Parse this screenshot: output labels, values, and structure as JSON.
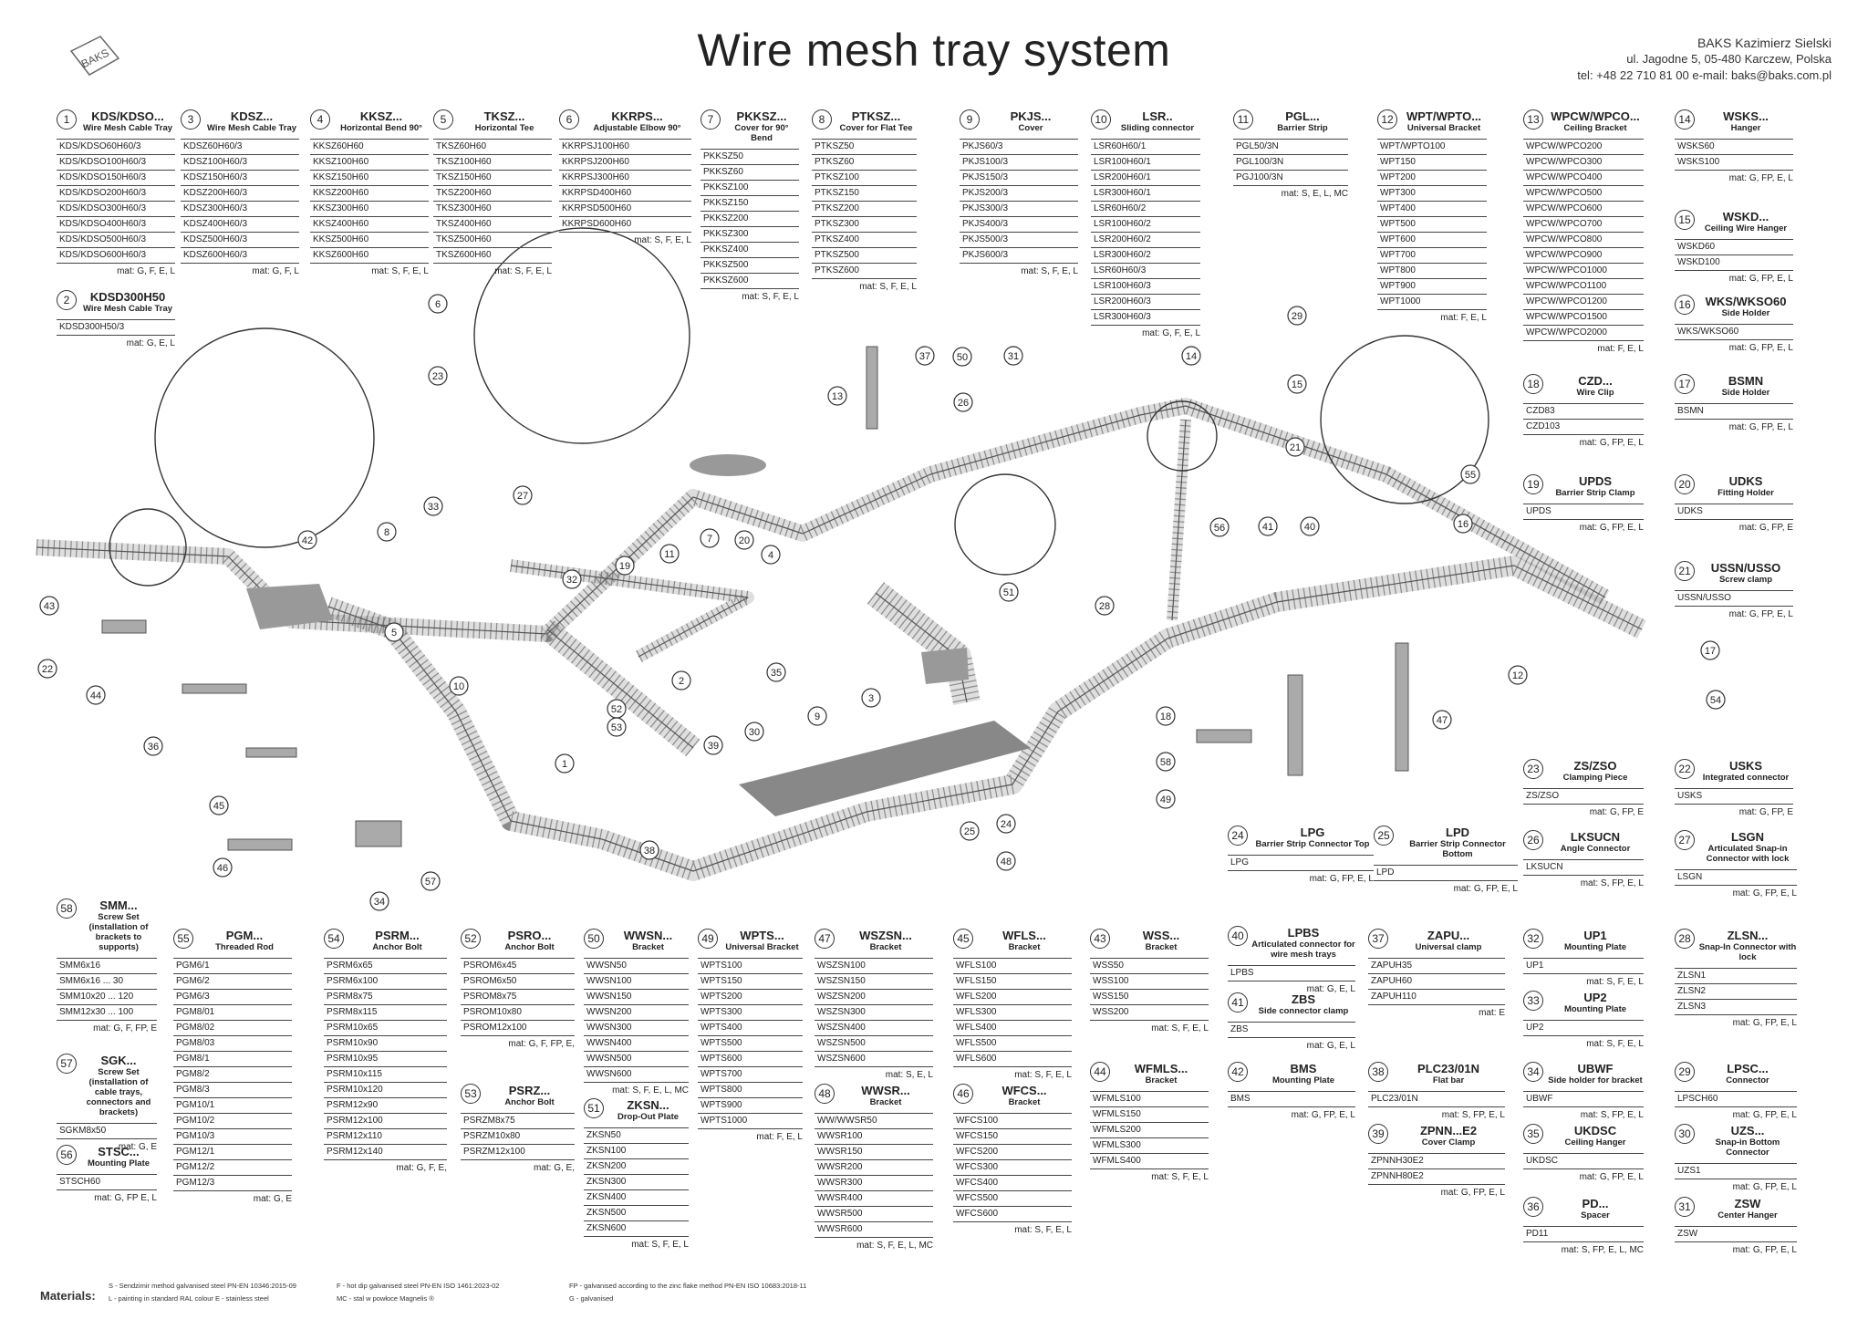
{
  "title": "Wire mesh tray system",
  "logo_text": "BAKS",
  "company": {
    "name": "BAKS Kazimierz Sielski",
    "address": "ul. Jagodne 5, 05-480 Karczew, Polska",
    "contact": "tel: +48 22 710 81 00 e-mail: baks@baks.com.pl"
  },
  "catalog": [
    {
      "num": "1",
      "code": "KDS/KDSO...",
      "desc": "Wire Mesh Cable Tray",
      "items": [
        "KDS/KDSO60H60/3",
        "KDS/KDSO100H60/3",
        "KDS/KDSO150H60/3",
        "KDS/KDSO200H60/3",
        "KDS/KDSO300H60/3",
        "KDS/KDSO400H60/3",
        "KDS/KDSO500H60/3",
        "KDS/KDSO600H60/3"
      ],
      "mat": "mat: G, F, E, L"
    },
    {
      "num": "2",
      "code": "KDSD300H50",
      "desc": "Wire Mesh Cable Tray",
      "items": [
        "KDSD300H50/3"
      ],
      "mat": "mat: G, E, L"
    },
    {
      "num": "3",
      "code": "KDSZ...",
      "desc": "Wire Mesh Cable Tray",
      "items": [
        "KDSZ60H60/3",
        "KDSZ100H60/3",
        "KDSZ150H60/3",
        "KDSZ200H60/3",
        "KDSZ300H60/3",
        "KDSZ400H60/3",
        "KDSZ500H60/3",
        "KDSZ600H60/3"
      ],
      "mat": "mat: G, F, L"
    },
    {
      "num": "4",
      "code": "KKSZ...",
      "desc": "Horizontal Bend 90°",
      "items": [
        "KKSZ60H60",
        "KKSZ100H60",
        "KKSZ150H60",
        "KKSZ200H60",
        "KKSZ300H60",
        "KKSZ400H60",
        "KKSZ500H60",
        "KKSZ600H60"
      ],
      "mat": "mat: S, F, E, L"
    },
    {
      "num": "5",
      "code": "TKSZ...",
      "desc": "Horizontal Tee",
      "items": [
        "TKSZ60H60",
        "TKSZ100H60",
        "TKSZ150H60",
        "TKSZ200H60",
        "TKSZ300H60",
        "TKSZ400H60",
        "TKSZ500H60",
        "TKSZ600H60"
      ],
      "mat": "mat: S, F, E, L"
    },
    {
      "num": "6",
      "code": "KKRPS...",
      "desc": "Adjustable Elbow 90°",
      "items": [
        "KKRPSJ100H60",
        "KKRPSJ200H60",
        "KKRPSJ300H60",
        "KKRPSD400H60",
        "KKRPSD500H60",
        "KKRPSD600H60"
      ],
      "mat": "mat: S, F, E, L"
    },
    {
      "num": "7",
      "code": "PKKSZ...",
      "desc": "Cover for  90° Bend",
      "items": [
        "PKKSZ50",
        "PKKSZ60",
        "PKKSZ100",
        "PKKSZ150",
        "PKKSZ200",
        "PKKSZ300",
        "PKKSZ400",
        "PKKSZ500",
        "PKKSZ600"
      ],
      "mat": "mat: S, F, E, L"
    },
    {
      "num": "8",
      "code": "PTKSZ...",
      "desc": "Cover for Flat Tee",
      "items": [
        "PTKSZ50",
        "PTKSZ60",
        "PTKSZ100",
        "PTKSZ150",
        "PTKSZ200",
        "PTKSZ300",
        "PTKSZ400",
        "PTKSZ500",
        "PTKSZ600"
      ],
      "mat": "mat: S, F, E, L"
    },
    {
      "num": "9",
      "code": "PKJS...",
      "desc": "Cover",
      "items": [
        "PKJS60/3",
        "PKJS100/3",
        "PKJS150/3",
        "PKJS200/3",
        "PKJS300/3",
        "PKJS400/3",
        "PKJS500/3",
        "PKJS600/3"
      ],
      "mat": "mat: S, F, E, L"
    },
    {
      "num": "10",
      "code": "LSR..",
      "desc": "Sliding connector",
      "items": [
        "LSR60H60/1",
        "LSR100H60/1",
        "LSR200H60/1",
        "LSR300H60/1",
        "LSR60H60/2",
        "LSR100H60/2",
        "LSR200H60/2",
        "LSR300H60/2",
        "LSR60H60/3",
        "LSR100H60/3",
        "LSR200H60/3",
        "LSR300H60/3"
      ],
      "mat": "mat: G, F, E, L"
    },
    {
      "num": "11",
      "code": "PGL...",
      "desc": "Barrier Strip",
      "items": [
        "PGL50/3N",
        "PGL100/3N",
        "PGJ100/3N"
      ],
      "mat": "mat: S, E, L, MC"
    },
    {
      "num": "12",
      "code": "WPT/WPTO...",
      "desc": "Universal Bracket",
      "items": [
        "WPT/WPTO100",
        "WPT150",
        "WPT200",
        "WPT300",
        "WPT400",
        "WPT500",
        "WPT600",
        "WPT700",
        "WPT800",
        "WPT900",
        "WPT1000"
      ],
      "mat": "mat: F, E, L"
    },
    {
      "num": "13",
      "code": "WPCW/WPCO...",
      "desc": "Ceiling Bracket",
      "items": [
        "WPCW/WPCO200",
        "WPCW/WPCO300",
        "WPCW/WPCO400",
        "WPCW/WPCO500",
        "WPCW/WPCO600",
        "WPCW/WPCO700",
        "WPCW/WPCO800",
        "WPCW/WPCO900",
        "WPCW/WPCO1000",
        "WPCW/WPCO1100",
        "WPCW/WPCO1200",
        "WPCW/WPCO1500",
        "WPCW/WPCO2000"
      ],
      "mat": "mat: F, E, L"
    },
    {
      "num": "14",
      "code": "WSKS...",
      "desc": "Hanger",
      "items": [
        "WSKS60",
        "WSKS100"
      ],
      "mat": "mat: G, FP, E, L"
    },
    {
      "num": "15",
      "code": "WSKD...",
      "desc": "Ceiling Wire Hanger",
      "items": [
        "WSKD60",
        "WSKD100"
      ],
      "mat": "mat: G, FP, E, L"
    },
    {
      "num": "16",
      "code": "WKS/WKSO60",
      "desc": "Side Holder",
      "items": [
        "WKS/WKSO60"
      ],
      "mat": "mat: G, FP, E, L"
    },
    {
      "num": "17",
      "code": "BSMN",
      "desc": "Side Holder",
      "items": [
        "BSMN"
      ],
      "mat": "mat: G, FP, E, L"
    },
    {
      "num": "18",
      "code": "CZD...",
      "desc": "Wire Clip",
      "items": [
        "CZD83",
        "CZD103"
      ],
      "mat": "mat: G, FP, E, L"
    },
    {
      "num": "19",
      "code": "UPDS",
      "desc": "Barrier Strip Clamp",
      "items": [
        "UPDS"
      ],
      "mat": "mat: G, FP, E, L"
    },
    {
      "num": "20",
      "code": "UDKS",
      "desc": "Fitting Holder",
      "items": [
        "UDKS"
      ],
      "mat": "mat: G, FP, E"
    },
    {
      "num": "21",
      "code": "USSN/USSO",
      "desc": "Screw clamp",
      "items": [
        "USSN/USSO"
      ],
      "mat": "mat: G, FP, E, L"
    },
    {
      "num": "22",
      "code": "USKS",
      "desc": "Integrated connector",
      "items": [
        "USKS"
      ],
      "mat": "mat: G, FP, E"
    },
    {
      "num": "23",
      "code": "ZS/ZSO",
      "desc": "Clamping Piece",
      "items": [
        "ZS/ZSO"
      ],
      "mat": "mat: G, FP, E"
    },
    {
      "num": "24",
      "code": "LPG",
      "desc": "Barrier Strip Connector Top",
      "items": [
        "LPG"
      ],
      "mat": "mat: G, FP, E, L"
    },
    {
      "num": "25",
      "code": "LPD",
      "desc": "Barrier Strip Connector Bottom",
      "items": [
        "LPD"
      ],
      "mat": "mat: G, FP, E, L"
    },
    {
      "num": "26",
      "code": "LKSUCN",
      "desc": "Angle Connector",
      "items": [
        "LKSUCN"
      ],
      "mat": "mat: S, FP, E, L"
    },
    {
      "num": "27",
      "code": "LSGN",
      "desc": "Articulated Snap-in Connector with lock",
      "items": [
        "LSGN"
      ],
      "mat": "mat: G, FP, E, L"
    },
    {
      "num": "28",
      "code": "ZLSN...",
      "desc": "Snap-In Connector with lock",
      "items": [
        "ZLSN1",
        "ZLSN2",
        "ZLSN3"
      ],
      "mat": "mat: G, FP, E, L"
    },
    {
      "num": "29",
      "code": "LPSC...",
      "desc": "Connector",
      "items": [
        "LPSCH60"
      ],
      "mat": "mat: G, FP, E, L"
    },
    {
      "num": "30",
      "code": "UZS...",
      "desc": "Snap-in Bottom Connector",
      "items": [
        "UZS1"
      ],
      "mat": "mat: G, FP, E, L"
    },
    {
      "num": "31",
      "code": "ZSW",
      "desc": "Center Hanger",
      "items": [
        "ZSW"
      ],
      "mat": "mat: G, FP, E, L"
    },
    {
      "num": "32",
      "code": "UP1",
      "desc": "Mounting Plate",
      "items": [
        "UP1"
      ],
      "mat": "mat: S, F, E, L"
    },
    {
      "num": "33",
      "code": "UP2",
      "desc": "Mounting Plate",
      "items": [
        "UP2"
      ],
      "mat": "mat: S, F, E, L"
    },
    {
      "num": "34",
      "code": "UBWF",
      "desc": "Side holder for bracket",
      "items": [
        "UBWF"
      ],
      "mat": "mat: S, FP, E, L"
    },
    {
      "num": "35",
      "code": "UKDSC",
      "desc": "Ceiling Hanger",
      "items": [
        "UKDSC"
      ],
      "mat": "mat: G, FP, E, L"
    },
    {
      "num": "36",
      "code": "PD...",
      "desc": "Spacer",
      "items": [
        "PD11"
      ],
      "mat": "mat: S, FP, E, L, MC"
    },
    {
      "num": "37",
      "code": "ZAPU...",
      "desc": "Universal clamp",
      "items": [
        "ZAPUH35",
        "ZAPUH60",
        "ZAPUH110"
      ],
      "mat": "mat: E"
    },
    {
      "num": "38",
      "code": "PLC23/01N",
      "desc": "Flat bar",
      "items": [
        "PLC23/01N"
      ],
      "mat": "mat: S, FP, E, L"
    },
    {
      "num": "39",
      "code": "ZPNN...E2",
      "desc": "Cover Clamp",
      "items": [
        "ZPNNH30E2",
        "ZPNNH80E2"
      ],
      "mat": "mat: G, FP, E, L"
    },
    {
      "num": "40",
      "code": "LPBS",
      "desc": "Articulated connector for wire mesh trays",
      "items": [
        "LPBS"
      ],
      "mat": "mat: G, E, L"
    },
    {
      "num": "41",
      "code": "ZBS",
      "desc": "Side connector clamp",
      "items": [
        "ZBS"
      ],
      "mat": "mat: G, E, L"
    },
    {
      "num": "42",
      "code": "BMS",
      "desc": "Mounting Plate",
      "items": [
        "BMS"
      ],
      "mat": "mat: G, FP, E, L"
    },
    {
      "num": "43",
      "code": "WSS...",
      "desc": "Bracket",
      "items": [
        "WSS50",
        "WSS100",
        "WSS150",
        "WSS200"
      ],
      "mat": "mat: S, F, E, L"
    },
    {
      "num": "44",
      "code": "WFMLS...",
      "desc": "Bracket",
      "items": [
        "WFMLS100",
        "WFMLS150",
        "WFMLS200",
        "WFMLS300",
        "WFMLS400"
      ],
      "mat": "mat: S, F, E, L"
    },
    {
      "num": "45",
      "code": "WFLS...",
      "desc": "Bracket",
      "items": [
        "WFLS100",
        "WFLS150",
        "WFLS200",
        "WFLS300",
        "WFLS400",
        "WFLS500",
        "WFLS600"
      ],
      "mat": "mat: S, F, E, L"
    },
    {
      "num": "46",
      "code": "WFCS...",
      "desc": "Bracket",
      "items": [
        "WFCS100",
        "WFCS150",
        "WFCS200",
        "WFCS300",
        "WFCS400",
        "WFCS500",
        "WFCS600"
      ],
      "mat": "mat: S, F, E, L"
    },
    {
      "num": "47",
      "code": "WSZSN...",
      "desc": "Bracket",
      "items": [
        "WSZSN100",
        "WSZSN150",
        "WSZSN200",
        "WSZSN300",
        "WSZSN400",
        "WSZSN500",
        "WSZSN600"
      ],
      "mat": "mat: S, E, L"
    },
    {
      "num": "48",
      "code": "WWSR...",
      "desc": "Bracket",
      "items": [
        "WW/WWSR50",
        "WWSR100",
        "WWSR150",
        "WWSR200",
        "WWSR300",
        "WWSR400",
        "WWSR500",
        "WWSR600"
      ],
      "mat": "mat: S, F, E, L, MC"
    },
    {
      "num": "49",
      "code": "WPTS...",
      "desc": "Universal Bracket",
      "items": [
        "WPTS100",
        "WPTS150",
        "WPTS200",
        "WPTS300",
        "WPTS400",
        "WPTS500",
        "WPTS600",
        "WPTS700",
        "WPTS800",
        "WPTS900",
        "WPTS1000"
      ],
      "mat": "mat: F, E, L"
    },
    {
      "num": "50",
      "code": "WWSN...",
      "desc": "Bracket",
      "items": [
        "WWSN50",
        "WWSN100",
        "WWSN150",
        "WWSN200",
        "WWSN300",
        "WWSN400",
        "WWSN500",
        "WWSN600"
      ],
      "mat": "mat: S, F, E, L, MC"
    },
    {
      "num": "51",
      "code": "ZKSN...",
      "desc": "Drop-Out Plate",
      "items": [
        "ZKSN50",
        "ZKSN100",
        "ZKSN200",
        "ZKSN300",
        "ZKSN400",
        "ZKSN500",
        "ZKSN600"
      ],
      "mat": "mat: S, F, E, L"
    },
    {
      "num": "52",
      "code": "PSRO...",
      "desc": "Anchor Bolt",
      "items": [
        "PSROM6x45",
        "PSROM6x50",
        "PSROM8x75",
        "PSROM10x80",
        "PSROM12x100"
      ],
      "mat": "mat: G, F, FP, E,"
    },
    {
      "num": "53",
      "code": "PSRZ...",
      "desc": "Anchor Bolt",
      "items": [
        "PSRZM8x75",
        "PSRZM10x80",
        "PSRZM12x100"
      ],
      "mat": "mat: G, E,"
    },
    {
      "num": "54",
      "code": "PSRM...",
      "desc": "Anchor Bolt",
      "items": [
        "PSRM6x65",
        "PSRM6x100",
        "PSRM8x75",
        "PSRM8x115",
        "PSRM10x65",
        "PSRM10x90",
        "PSRM10x95",
        "PSRM10x115",
        "PSRM10x120",
        "PSRM12x90",
        "PSRM12x100",
        "PSRM12x110",
        "PSRM12x140"
      ],
      "mat": "mat: G, F, E,"
    },
    {
      "num": "55",
      "code": "PGM...",
      "desc": "Threaded Rod",
      "items": [
        "PGM6/1",
        "PGM6/2",
        "PGM6/3",
        "PGM8/01",
        "PGM8/02",
        "PGM8/03",
        "PGM8/1",
        "PGM8/2",
        "PGM8/3",
        "PGM10/1",
        "PGM10/2",
        "PGM10/3",
        "PGM12/1",
        "PGM12/2",
        "PGM12/3"
      ],
      "mat": "mat: G, E"
    },
    {
      "num": "56",
      "code": "STSC...",
      "desc": "Mounting Plate",
      "items": [
        "STSCH60"
      ],
      "mat": "mat: G, FP E, L"
    },
    {
      "num": "57",
      "code": "SGK...",
      "desc": "Screw Set (installation of cable trays, connectors and brackets)",
      "items": [
        "SGKM8x50"
      ],
      "mat": "mat: G, E"
    },
    {
      "num": "58",
      "code": "SMM...",
      "desc": "Screw Set (installation of brackets to supports)",
      "items": [
        "SMM6x16",
        "SMM6x16 ... 30",
        "SMM10x20 ... 120",
        "SMM12x30 ... 100"
      ],
      "mat": "mat: G, F, FP, E"
    }
  ],
  "materials": {
    "label": "Materials:",
    "notes": [
      "S - Sendzimir method galvanised steel PN-EN 10346:2015-09",
      "L - painting in standard RAL colour    E - stainless steel",
      "F - hot dip galvanised steel PN-EN ISO 1461:2023-02",
      "MC - stal w powłoce Magnelis ®",
      "FP - galvanised according to the zinc flake method PN-EN ISO 10683:2018-11",
      "G - galvanised"
    ]
  },
  "callouts": [
    "1",
    "2",
    "3",
    "4",
    "5",
    "6",
    "7",
    "8",
    "9",
    "10",
    "11",
    "12",
    "13",
    "14",
    "15",
    "16",
    "17",
    "18",
    "19",
    "20",
    "21",
    "22",
    "23",
    "24",
    "25",
    "26",
    "27",
    "28",
    "29",
    "30",
    "31",
    "32",
    "33",
    "34",
    "35",
    "36",
    "37",
    "38",
    "39",
    "40",
    "41",
    "42",
    "43",
    "44",
    "45",
    "46",
    "47",
    "48",
    "49",
    "50",
    "51",
    "52",
    "53",
    "54",
    "55",
    "56",
    "57",
    "58"
  ]
}
